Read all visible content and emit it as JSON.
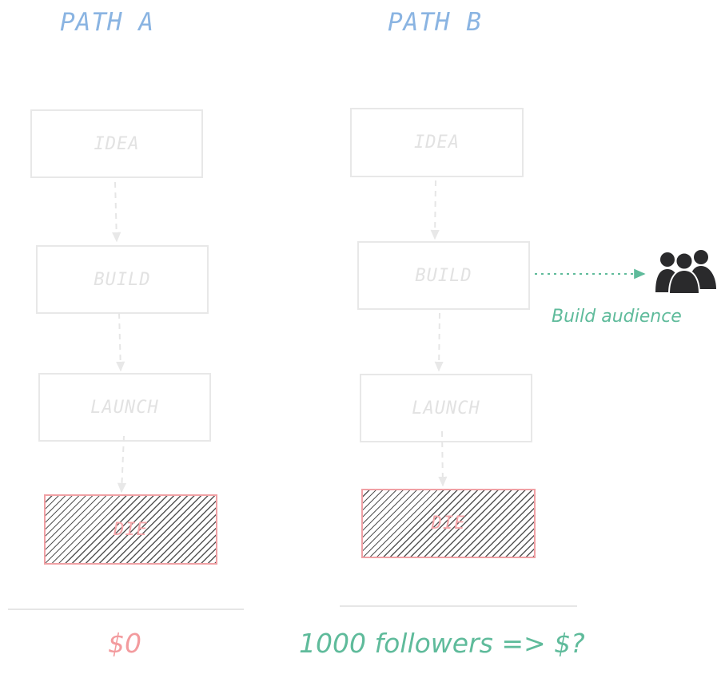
{
  "path_a": {
    "title": "PATH A",
    "steps": [
      "IDEA",
      "BUILD",
      "LAUNCH"
    ],
    "end": "DIE",
    "result": "$0"
  },
  "path_b": {
    "title": "PATH B",
    "steps": [
      "IDEA",
      "BUILD",
      "LAUNCH"
    ],
    "end": "DIE",
    "side_label": "Build audience",
    "side_icon": "people-group-icon",
    "result": "1000 followers => $?"
  },
  "colors": {
    "title": "#8ab4e2",
    "box_border": "#e8e8e8",
    "die_border": "#f0a0a4",
    "accent_green": "#5fbb9b",
    "accent_red": "#f39b9e"
  }
}
